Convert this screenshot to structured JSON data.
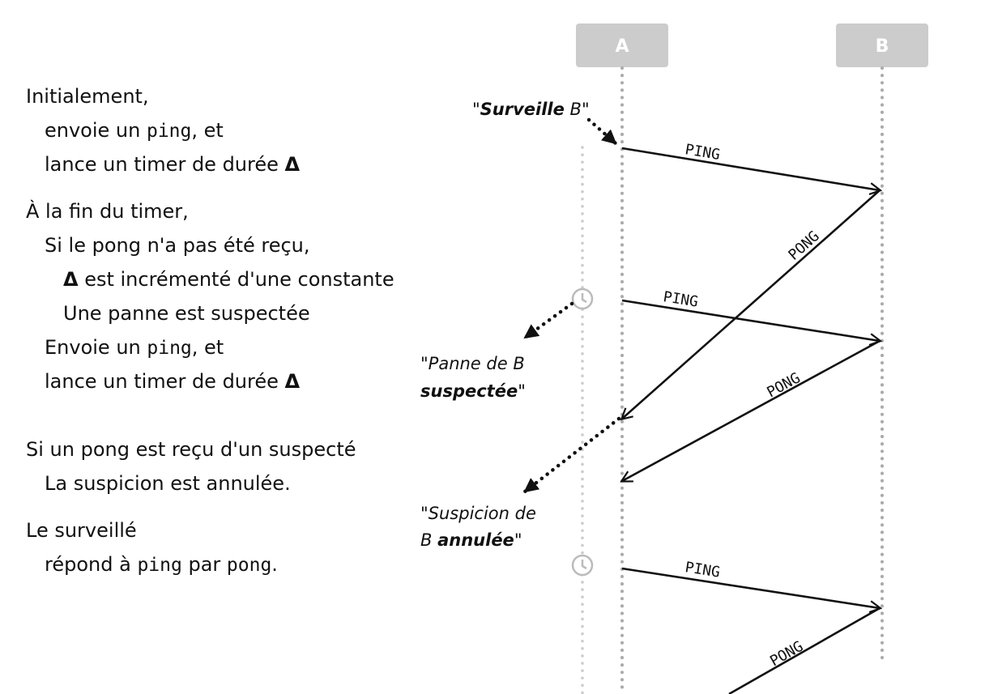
{
  "algorithm": {
    "init_heading": "Initialement,",
    "init_send_pre": "envoie un ",
    "init_send_code": "ping",
    "init_send_post": ", et",
    "init_timer_text": "lance un timer de durée ",
    "delta_symbol": "Δ",
    "end_heading": "À la fin du timer,",
    "end_if": "Si le pong n'a pas été reçu,",
    "end_incr_text": " est incrémenté d'une constante",
    "end_suspect": "Une panne est suspectée",
    "end_send_pre": "Envoie un ",
    "end_send_code": "ping",
    "end_send_post": ", et",
    "end_timer_text": "lance un timer de durée ",
    "recv_heading": "Si un pong est reçu d'un suspecté",
    "recv_cancel": "La suspicion est annulée.",
    "monitored_heading": "Le surveillé",
    "monitored_pre": "répond à ",
    "monitored_code1": "ping",
    "monitored_mid": " par ",
    "monitored_code2": "pong",
    "monitored_post": "."
  },
  "diagram": {
    "process_a": "A",
    "process_b": "B",
    "messages": [
      "PING",
      "PONG",
      "PING",
      "PONG",
      "PING",
      "PONG"
    ],
    "notes": {
      "watch": {
        "quote_open": "\"",
        "bold": "Surveille",
        "rest": " B\""
      },
      "suspected": {
        "line1": "\"Panne de B",
        "line2_bold": "suspectée",
        "line2_rest": "\""
      },
      "cancelled": {
        "line1": "\"Suspicion de",
        "line2_pre": "B ",
        "line2_bold": "annulée",
        "line2_rest": "\""
      }
    },
    "colors": {
      "lifeline": "#aaaaaa",
      "timer_line": "#cccccc",
      "node_box": "#cccccc",
      "arrow": "#111111"
    }
  }
}
